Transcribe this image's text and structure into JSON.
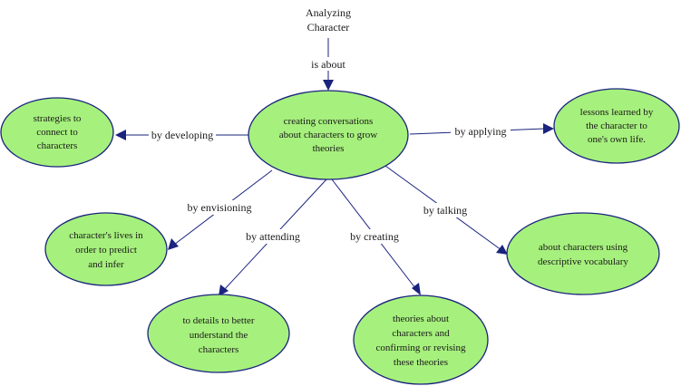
{
  "root": {
    "lines": [
      "Analyzing",
      "Character"
    ]
  },
  "central": {
    "lines": [
      "creating conversations",
      "about characters to grow",
      "theories"
    ]
  },
  "links": {
    "is_about": "is about",
    "by_developing": "by developing",
    "by_applying": "by applying",
    "by_envisioning": "by envisioning",
    "by_attending": "by attending",
    "by_creating": "by creating",
    "by_talking": "by talking"
  },
  "nodes": {
    "strategies": {
      "lines": [
        "strategies to",
        "connect to",
        "characters"
      ]
    },
    "lessons": {
      "lines": [
        "lessons learned by",
        "the character to",
        "one's own life."
      ]
    },
    "lives": {
      "lines": [
        "character's lives in",
        "order to predict",
        "and infer"
      ]
    },
    "details": {
      "lines": [
        "to details to better",
        "understand the",
        "characters"
      ]
    },
    "theories": {
      "lines": [
        "theories about",
        "characters and",
        "confirming or revising",
        "these theories"
      ]
    },
    "vocabulary": {
      "lines": [
        "about characters using",
        "descriptive vocabulary"
      ]
    }
  },
  "colors": {
    "node_fill": "#a6f07d",
    "edge": "#1a237e"
  }
}
